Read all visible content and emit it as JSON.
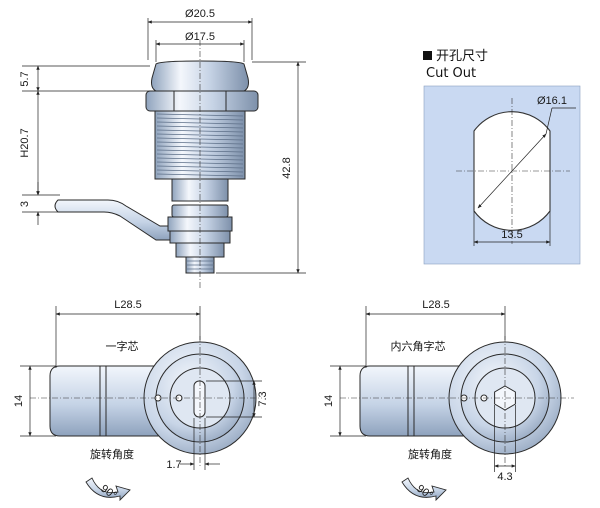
{
  "cutout": {
    "title_cn": "开孔尺寸",
    "title_en": "Cut Out",
    "diameter": "Ø16.1",
    "width": "13.5",
    "panel_color": "#c9d9f2"
  },
  "side_view": {
    "outer_diameter": "Ø20.5",
    "inner_diameter": "Ø17.5",
    "head_height": "5.7",
    "thread_height": "H20.7",
    "cam_thickness": "3",
    "total_height": "42.8"
  },
  "bottom_left": {
    "length": "L28.5",
    "core_type": "一字芯",
    "height": "14",
    "slot_dim": "7.3",
    "slot_width": "1.7",
    "rotation_label": "旋转角度",
    "rotation_angle": "90°"
  },
  "bottom_right": {
    "length": "L28.5",
    "core_type": "内六角字芯",
    "height": "14",
    "hex_size": "4.3",
    "rotation_label": "旋转角度",
    "rotation_angle": "90°"
  },
  "colors": {
    "metal_light": "#eef3fb",
    "metal_mid": "#b9c8dd",
    "metal_dark": "#7f93ad",
    "line": "#222222"
  }
}
